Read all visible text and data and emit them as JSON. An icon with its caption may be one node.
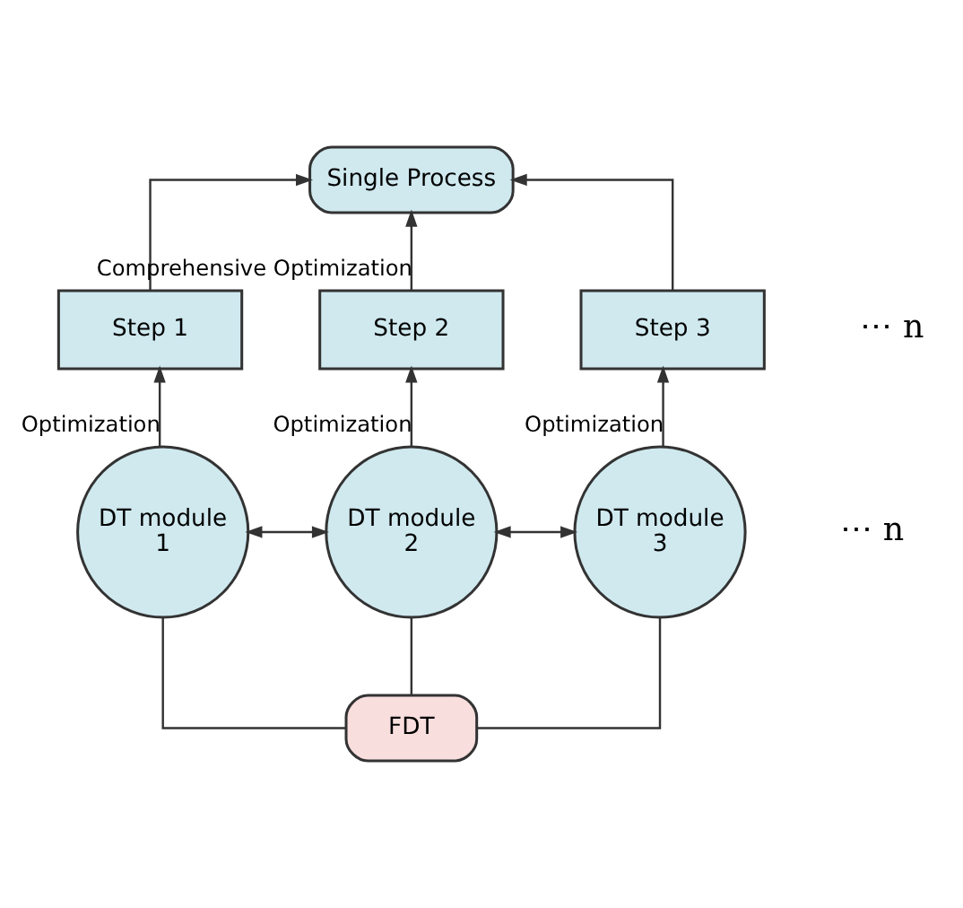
{
  "diagram": {
    "nodes": [
      {
        "text": [
          "Single Process"
        ]
      },
      {
        "text": [
          "Step 1"
        ]
      },
      {
        "text": [
          "Step 2"
        ]
      },
      {
        "text": [
          "Step 3"
        ]
      },
      {
        "text": [
          "DT module 1"
        ]
      },
      {
        "text": [
          "DT module 2"
        ]
      },
      {
        "text": [
          "DT module 3"
        ]
      },
      {
        "text": [
          "FDT"
        ]
      }
    ],
    "edges": [
      {
        "from": 1,
        "to": 0,
        "arrow": "to"
      },
      {
        "from": 2,
        "to": 0,
        "arrow": "to",
        "label": "Comprehensive Optimization"
      },
      {
        "from": 3,
        "to": 0,
        "arrow": "to"
      },
      {
        "from": 4,
        "to": 1,
        "arrow": "to",
        "label": "Optimization"
      },
      {
        "from": 5,
        "to": 2,
        "arrow": "to",
        "label": "Optimization"
      },
      {
        "from": 6,
        "to": 3,
        "arrow": "to",
        "label": "Optimization"
      },
      {
        "from": 4,
        "to": 5,
        "arrow": "both"
      },
      {
        "from": 5,
        "to": 6,
        "arrow": "both"
      },
      {
        "from": 7,
        "to": 4,
        "arrow": "none"
      },
      {
        "from": 7,
        "to": 5,
        "arrow": "none"
      },
      {
        "from": 7,
        "to": 6,
        "arrow": "none"
      }
    ],
    "labels": [
      "⋯ n",
      "⋯ n"
    ]
  }
}
